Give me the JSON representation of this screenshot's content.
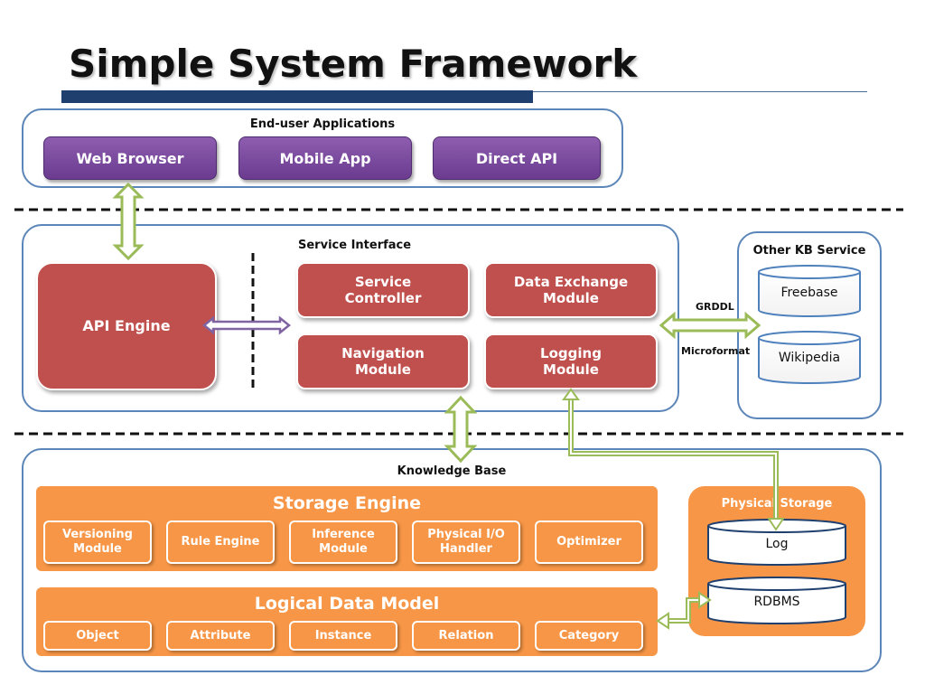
{
  "title": "Simple System Framework",
  "end_user": {
    "title": "End-user Applications",
    "apps": [
      "Web Browser",
      "Mobile App",
      "Direct API"
    ]
  },
  "service": {
    "title": "Service Interface",
    "engine": "API Engine",
    "modules": [
      "Service\nController",
      "Data Exchange\nModule",
      "Navigation\nModule",
      "Logging\nModule"
    ]
  },
  "other_kb": {
    "title": "Other KB Service",
    "sources": [
      "Freebase",
      "Wikipedia"
    ],
    "protocols": [
      "GRDDL",
      "Microformat"
    ]
  },
  "knowledge_base": {
    "title": "Knowledge Base",
    "storage_engine": {
      "title": "Storage Engine",
      "components": [
        "Versioning\nModule",
        "Rule Engine",
        "Inference\nModule",
        "Physical I/O\nHandler",
        "Optimizer"
      ]
    },
    "logical_model": {
      "title": "Logical Data Model",
      "components": [
        "Object",
        "Attribute",
        "Instance",
        "Relation",
        "Category"
      ]
    },
    "physical_storage": {
      "title": "Physical Storage",
      "stores": [
        "Log",
        "RDBMS"
      ]
    }
  },
  "colors": {
    "panel_border": "#5b86b9",
    "purple": "#7b4aa0",
    "red": "#c0504d",
    "orange": "#f79646",
    "arrow_green": "#9bbb59",
    "arrow_purple": "#8064a2",
    "title_bar": "#1f3f6e"
  }
}
